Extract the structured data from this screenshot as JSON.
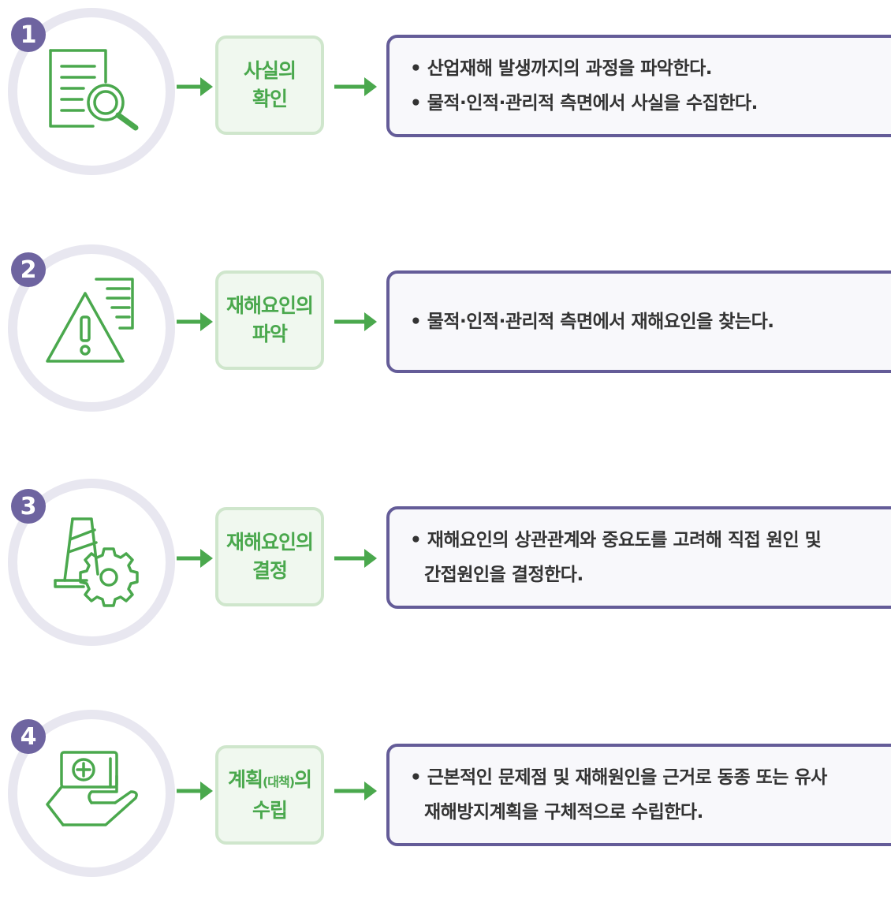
{
  "colors": {
    "green": "#4aa84d",
    "purple": "#645c98",
    "ring": "#e8e7f0",
    "badge": "#6e64a0"
  },
  "steps": [
    {
      "number": "1",
      "icon": "document-magnifier-icon",
      "title_line1": "사실의",
      "title_line2": "확인",
      "bullets": [
        "• 산업재해 발생까지의 과정을 파악한다.",
        "• 물적·인적·관리적 측면에서 사실을 수집한다."
      ]
    },
    {
      "number": "2",
      "icon": "warning-document-icon",
      "title_line1": "재해요인의",
      "title_line2": "파악",
      "bullets": [
        "• 물적·인적·관리적 측면에서 재해요인을 찾는다."
      ]
    },
    {
      "number": "3",
      "icon": "cone-gear-icon",
      "title_line1": "재해요인의",
      "title_line2": "결정",
      "bullets": [
        "• 재해요인의 상관관계와 중요도를 고려해 직접 원인 및",
        "간접원인을 결정한다."
      ]
    },
    {
      "number": "4",
      "icon": "hand-medical-icon",
      "title_line1a": "계획",
      "title_line1b": "(대책)",
      "title_line1c": "의",
      "title_line2": "수립",
      "bullets": [
        "• 근본적인 문제점 및 재해원인을 근거로 동종 또는 유사",
        "재해방지계획을 구체적으로 수립한다."
      ]
    }
  ]
}
